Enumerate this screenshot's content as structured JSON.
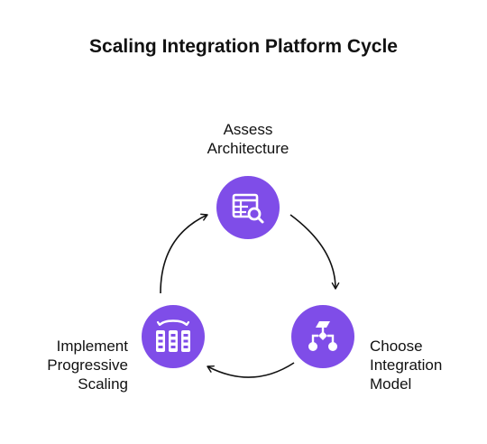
{
  "title": "Scaling Integration Platform Cycle",
  "colors": {
    "accent": "#7f4de8",
    "icon": "#ffffff",
    "arrow": "#111111",
    "text": "#111111"
  },
  "nodes": [
    {
      "id": "assess",
      "icon": "table-search-icon",
      "label_lines": [
        "Assess",
        "Architecture"
      ]
    },
    {
      "id": "choose",
      "icon": "flowchart-icon",
      "label_lines": [
        "Choose",
        "Integration",
        "Model"
      ]
    },
    {
      "id": "implement",
      "icon": "scaling-servers-icon",
      "label_lines": [
        "Implement",
        "Progressive",
        "Scaling"
      ]
    }
  ]
}
